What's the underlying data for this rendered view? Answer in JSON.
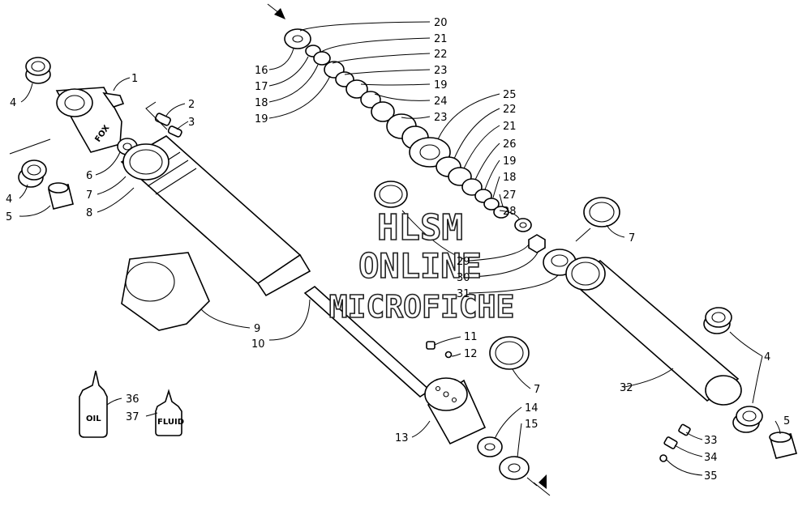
{
  "watermark": {
    "line1": "HLSM",
    "line2": "ONLINE",
    "line3": "MICROFICHE"
  },
  "brand_mark": "FOX",
  "bottles": {
    "oil": "OIL",
    "fluid": "FLUID"
  },
  "callouts": {
    "c1": "1",
    "c2": "2",
    "c3": "3",
    "c4a": "4",
    "c4b": "4",
    "c4c": "4",
    "c5a": "5",
    "c5b": "5",
    "c6": "6",
    "c7a": "7",
    "c7b": "7",
    "c7c": "7",
    "c8": "8",
    "c9": "9",
    "c10": "10",
    "c11": "11",
    "c12": "12",
    "c13": "13",
    "c14": "14",
    "c15": "15",
    "c16": "16",
    "c17": "17",
    "c18a": "18",
    "c18b": "18",
    "c19a": "19",
    "c19b": "19",
    "c19c": "19",
    "c20": "20",
    "c21a": "21",
    "c21b": "21",
    "c22a": "22",
    "c22b": "22",
    "c23a": "23",
    "c23b": "23",
    "c24": "24",
    "c25": "25",
    "c26": "26",
    "c27": "27",
    "c28": "28",
    "c29": "29",
    "c30": "30",
    "c31": "31",
    "c32": "32",
    "c33": "33",
    "c34": "34",
    "c35": "35",
    "c36": "36",
    "c37": "37"
  }
}
